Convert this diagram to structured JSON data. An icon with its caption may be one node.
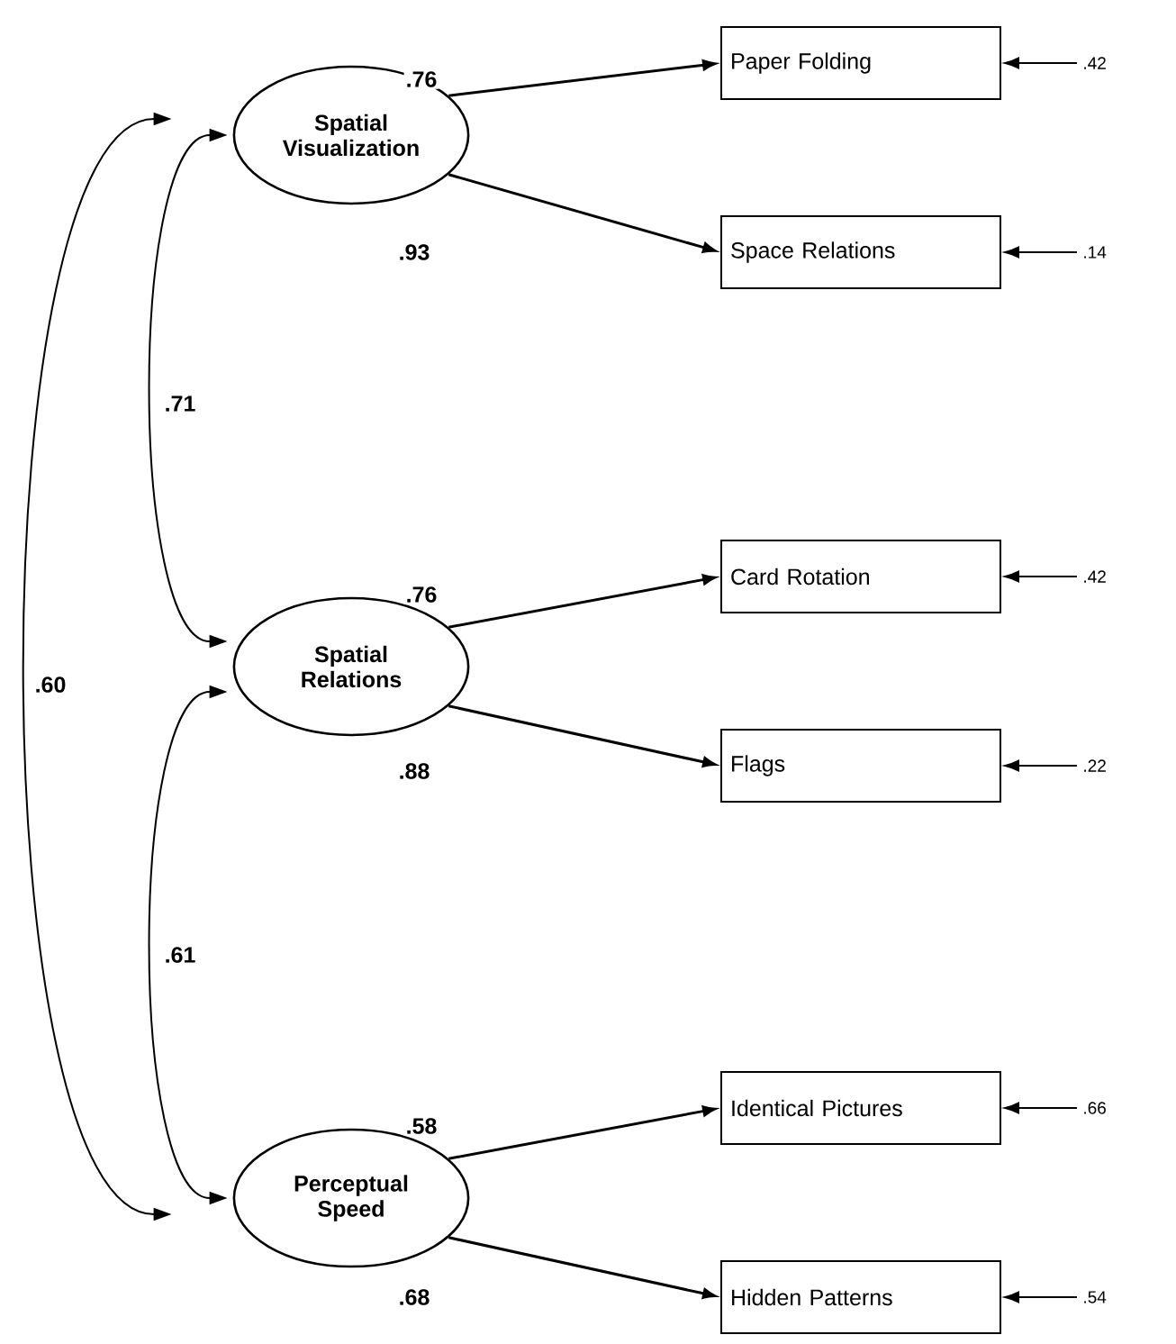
{
  "diagram": {
    "nodes": [
      {
        "text": [
          "Spatial Visualization"
        ]
      },
      {
        "text": [
          "Paper Folding"
        ]
      },
      {
        "text": [
          "Space Relations"
        ]
      },
      {
        "text": [
          "Spatial Relations"
        ]
      },
      {
        "text": [
          "Card Rotation"
        ]
      },
      {
        "text": [
          "Flags"
        ]
      },
      {
        "text": [
          "Perceptual Speed"
        ]
      },
      {
        "text": [
          "Identical Pictures"
        ]
      },
      {
        "text": [
          "Hidden Patterns"
        ]
      }
    ],
    "edges": [
      {
        "from": 0,
        "to": 1,
        "arrow": "to",
        "label": ".76"
      },
      {
        "from": 0,
        "to": 2,
        "arrow": "to",
        "label": ".93"
      },
      {
        "from": 3,
        "to": 4,
        "arrow": "to",
        "label": ".76"
      },
      {
        "from": 3,
        "to": 5,
        "arrow": "to",
        "label": ".88"
      },
      {
        "from": 6,
        "to": 7,
        "arrow": "to",
        "label": ".58"
      },
      {
        "from": 6,
        "to": 8,
        "arrow": "to",
        "label": ".68"
      },
      {
        "from": 0,
        "to": 3,
        "arrow": "both",
        "label": ".71"
      },
      {
        "from": 3,
        "to": 6,
        "arrow": "both",
        "label": ".61"
      },
      {
        "from": 0,
        "to": 6,
        "arrow": "both",
        "label": ".60"
      },
      {
        "from": null,
        "to": 1,
        "arrow": "to",
        "label": ".42"
      },
      {
        "from": null,
        "to": 2,
        "arrow": "to",
        "label": ".14"
      },
      {
        "from": null,
        "to": 4,
        "arrow": "to",
        "label": ".42"
      },
      {
        "from": null,
        "to": 5,
        "arrow": "to",
        "label": ".22"
      },
      {
        "from": null,
        "to": 7,
        "arrow": "to",
        "label": ".66"
      },
      {
        "from": null,
        "to": 8,
        "arrow": "to",
        "label": ".54"
      }
    ]
  }
}
